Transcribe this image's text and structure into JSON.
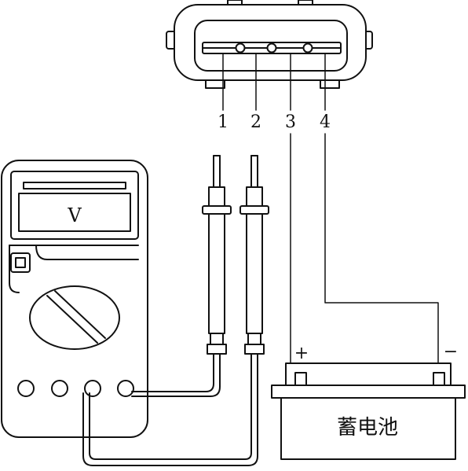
{
  "connector": {
    "pins": [
      "1",
      "2",
      "3",
      "4"
    ]
  },
  "multimeter": {
    "display": "V"
  },
  "battery": {
    "label": "蓄电池",
    "positive": "+",
    "negative": "−"
  }
}
